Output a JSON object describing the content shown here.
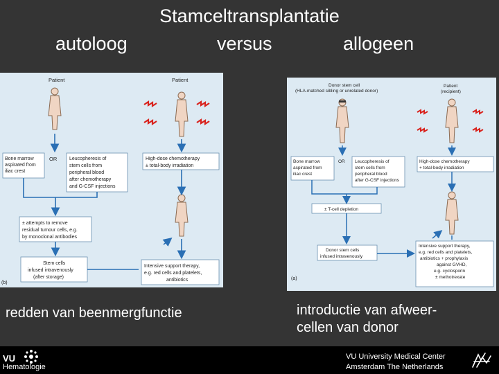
{
  "slide": {
    "title": "Stamceltransplantatie",
    "left_heading": "autoloog",
    "middle_heading": "versus",
    "right_heading": "allogeen",
    "left_caption": "redden van beenmergfunctie",
    "right_caption_line1": "introductie van afweer-",
    "right_caption_line2": "cellen van donor"
  },
  "autologous_figure": {
    "patient_left": "Patient",
    "patient_right": "Patient",
    "bone_marrow": [
      "Bone marrow",
      "aspirated from",
      "iliac crest"
    ],
    "or": "OR",
    "leucopheresis": [
      "Leucopheresis of",
      "stem cells from",
      "peripheral blood",
      "after chemotherapy",
      "and G-CSF injections"
    ],
    "chemo": [
      "High-dose chemotherapy",
      "± total-body irradiation"
    ],
    "attempts": [
      "± attempts to remove",
      "residual tumour cells, e.g.",
      "by monoclonal antibodies"
    ],
    "stem_cells": [
      "Stem cells",
      "infused intravenously",
      "(after storage)"
    ],
    "support": [
      "Intensive support therapy,",
      "e.g. red cells and platelets,",
      "antibiotics"
    ],
    "panel_label": "(b)"
  },
  "allogeneic_figure": {
    "donor": [
      "Donor stem cell",
      "(HLA-matched sibling or unrelated donor)"
    ],
    "patient": [
      "Patient",
      "(recipient)"
    ],
    "bone_marrow": [
      "Bone marrow",
      "aspirated from",
      "iliac crest"
    ],
    "or": "OR",
    "leucopheresis": [
      "Leucopheresis of",
      "stem cells from",
      "peripheral blood",
      "after G-CSF injections"
    ],
    "chemo": [
      "High-dose chemotherapy",
      "+ total-body irradiation"
    ],
    "t_cell": "± T-cell depletion",
    "donor_cells": [
      "Donor stem cells",
      "infused intravenously"
    ],
    "support": [
      "Intensive support therapy,",
      "e.g. red cells and platelets,",
      "antibiotics + prophylaxis",
      "against GVHD,",
      "e.g. cyclosporin",
      "± methotrexate"
    ],
    "panel_label": "(a)"
  },
  "footer": {
    "logo_vu": "VU",
    "logo_text": "Hematologie",
    "institution_line1": "VU University Medical Center",
    "institution_line2": "Amsterdam The Netherlands"
  },
  "colors": {
    "background": "#343434",
    "figure_bg": "#ddeaf3",
    "arrow": "#2a6fb4",
    "lightning": "#d9221c"
  }
}
